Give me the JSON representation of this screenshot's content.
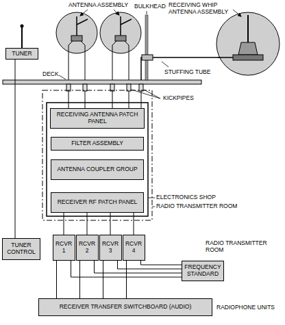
{
  "diagram": {
    "nodes": [
      {
        "text": [
          "TUNER"
        ]
      },
      {
        "text": [
          "RECEIVING ANTENNA PATCH PANEL"
        ]
      },
      {
        "text": [
          "FILTER ASSEMBLY"
        ]
      },
      {
        "text": [
          "ANTENNA COUPLER GROUP"
        ]
      },
      {
        "text": [
          "RECEIVER RF PATCH PANEL"
        ]
      },
      {
        "text": [
          "TUNER CONTROL"
        ]
      },
      {
        "text": [
          "RCVR 1"
        ]
      },
      {
        "text": [
          "RCVR 2"
        ]
      },
      {
        "text": [
          "RCVR 3"
        ]
      },
      {
        "text": [
          "RCVR 4"
        ]
      },
      {
        "text": [
          "FREQUENCY STANDARD"
        ]
      },
      {
        "text": [
          "RECEIVER TRANSFER SWITCHBOARD (AUDIO)"
        ]
      }
    ],
    "edges": [
      {
        "from": 0,
        "to": 5,
        "arrow": "none"
      },
      {
        "from": 4,
        "to": 6,
        "arrow": "none"
      },
      {
        "from": 4,
        "to": 7,
        "arrow": "none"
      },
      {
        "from": 4,
        "to": 8,
        "arrow": "none"
      },
      {
        "from": 4,
        "to": 9,
        "arrow": "none"
      },
      {
        "from": 6,
        "to": 10,
        "arrow": "none"
      },
      {
        "from": 7,
        "to": 10,
        "arrow": "none"
      },
      {
        "from": 8,
        "to": 10,
        "arrow": "none"
      },
      {
        "from": 9,
        "to": 10,
        "arrow": "none"
      },
      {
        "from": 6,
        "to": 11,
        "arrow": "none"
      },
      {
        "from": 7,
        "to": 11,
        "arrow": "none"
      },
      {
        "from": 8,
        "to": 11,
        "arrow": "none"
      },
      {
        "from": 9,
        "to": 11,
        "arrow": "none"
      }
    ],
    "labels": [
      "ANTENNA ASSEMBLY",
      "BULKHEAD",
      "RECEIVING WHIP ANTENNA ASSEMBLY",
      "DECK",
      "STUFFING TUBE",
      "KICKPIPES",
      "ELECTRONICS SHOP",
      "RADIO TRANSMITTER ROOM",
      "RADIO TRANSMITTER ROOM",
      "RADIOPHONE UNITS"
    ]
  }
}
